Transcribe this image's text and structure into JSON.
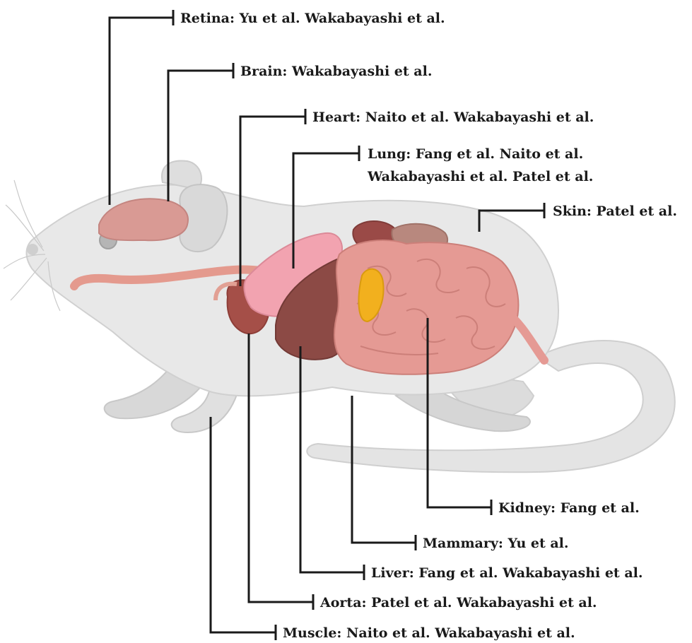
{
  "labels": {
    "retina": {
      "organ": "Retina:",
      "refs": "Yu et al. Wakabayashi et al."
    },
    "brain": {
      "organ": "Brain:",
      "refs": "Wakabayashi et al."
    },
    "heart": {
      "organ": "Heart:",
      "refs": "Naito et al. Wakabayashi et al."
    },
    "lung": {
      "organ": "Lung:",
      "refs": "Fang et al. Naito et al.",
      "refs_line2": "Wakabayashi et al. Patel et al."
    },
    "skin": {
      "organ": "Skin:",
      "refs": "Patel et al."
    },
    "kidney": {
      "organ": "Kidney:",
      "refs": "Fang et al."
    },
    "mammary": {
      "organ": "Mammary:",
      "refs": "Yu et al."
    },
    "liver": {
      "organ": "Liver:",
      "refs": "Fang et al. Wakabayashi et al."
    },
    "aorta": {
      "organ": "Aorta:",
      "refs": "Patel et al. Wakabayashi et al."
    },
    "muscle": {
      "organ": "Muscle:",
      "refs": "Naito et al. Wakabayashi et al."
    }
  },
  "colors": {
    "body": "#e6e6e6",
    "body_outline": "#d0d0d0",
    "brain": "#d99a94",
    "vessel": "#e49a8e",
    "heart": "#a54f48",
    "lung": "#f2a3b0",
    "liver": "#8c4a45",
    "intestine": "#e59a94",
    "fat": "#f2b01e",
    "kidney": "#9e4d49",
    "spleen": "#b8887e",
    "leader": "#1a1a1a"
  }
}
